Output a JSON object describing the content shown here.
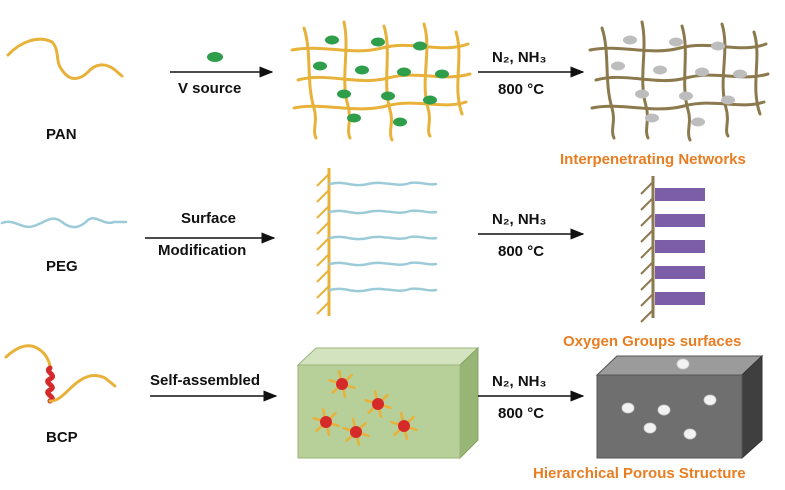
{
  "rows": [
    {
      "material": "PAN",
      "step1": "V source",
      "condition_gas": "N₂, NH₃",
      "condition_temp": "800 °C",
      "result": "Interpenetrating Networks"
    },
    {
      "material": "PEG",
      "step1_line1": "Surface",
      "step1_line2": "Modification",
      "condition_gas": "N₂, NH₃",
      "condition_temp": "800 °C",
      "result": "Oxygen Groups surfaces"
    },
    {
      "material": "BCP",
      "step1": "Self-assembled",
      "condition_gas": "N₂, NH₃",
      "condition_temp": "800 °C",
      "result": "Hierarchical Porous Structure"
    }
  ],
  "colors": {
    "polymer_pan": "#e8b23a",
    "fiber_carbon": "#8c7a4e",
    "green_dot": "#2e9e4a",
    "gray_dot": "#bdbdbd",
    "peg": "#9ccbd8",
    "brush_bar": "#7b5ea7",
    "bcp_block": "#d62a2a",
    "green_box": "#b7cf98",
    "gray_box": "#6f6f6f",
    "accent_text": "#e87d22"
  }
}
